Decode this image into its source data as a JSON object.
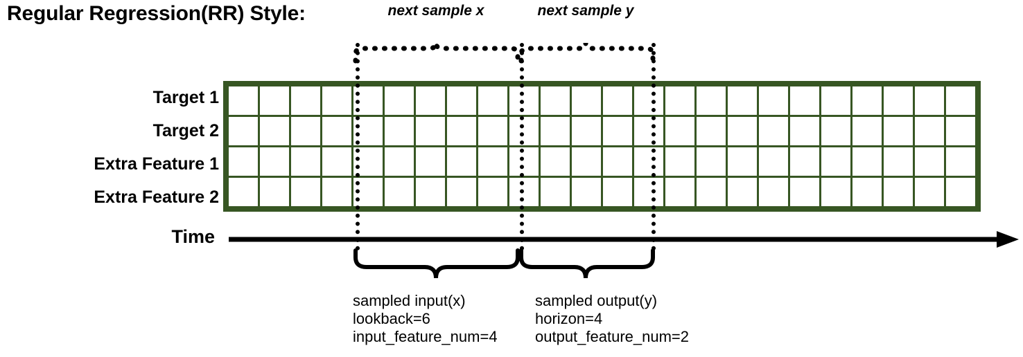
{
  "title": "Regular Regression(RR) Style:",
  "rows": [
    {
      "label": "Target 1",
      "name": "target-1"
    },
    {
      "label": "Target 2",
      "name": "target-2"
    },
    {
      "label": "Extra Feature 1",
      "name": "extra-feature-1"
    },
    {
      "label": "Extra Feature 2",
      "name": "extra-feature-2"
    }
  ],
  "axis": {
    "time_label": "Time"
  },
  "top_annotations": [
    {
      "text": "next sample x",
      "name": "next-sample-x"
    },
    {
      "text": "next sample y",
      "name": "next-sample-y"
    }
  ],
  "bottom_annotations": [
    {
      "name": "sampled-input",
      "lines": [
        "sampled input(x)",
        "lookback=6",
        "input_feature_num=4"
      ]
    },
    {
      "name": "sampled-output",
      "lines": [
        "sampled output(y)",
        "horizon=4",
        "output_feature_num=2"
      ]
    }
  ],
  "colors": {
    "border": "#375623",
    "green": "#72AC4A",
    "light_green": "#C5E0B4",
    "gold": "#FDC300",
    "light_gold": "#FFE699",
    "blue": "#2E75B6",
    "orange": "#C55A11",
    "white": "#FFFFFF"
  },
  "chart_data": {
    "type": "heatmap",
    "title": "Regular Regression(RR) Style:",
    "columns": 24,
    "rows": [
      "Target 1",
      "Target 2",
      "Extra Feature 1",
      "Extra Feature 2"
    ],
    "lookback": 6,
    "horizon": 4,
    "input_feature_num": 4,
    "output_feature_num": 2,
    "input_start_col": 3,
    "input_end_col": 8,
    "output_start_col": 9,
    "output_end_col": 12,
    "cells": [
      [
        "white",
        "white",
        "white",
        "green",
        "green",
        "green",
        "green",
        "green",
        "green",
        "lgreen",
        "lgreen",
        "lgreen",
        "lgreen",
        "white",
        "white",
        "white",
        "white",
        "white",
        "white",
        "white",
        "white",
        "white",
        "white",
        "white"
      ],
      [
        "white",
        "white",
        "white",
        "gold",
        "gold",
        "gold",
        "gold",
        "gold",
        "gold",
        "lgold",
        "lgold",
        "lgold",
        "lgold",
        "white",
        "white",
        "white",
        "white",
        "white",
        "white",
        "white",
        "white",
        "white",
        "white",
        "white"
      ],
      [
        "white",
        "white",
        "white",
        "blue",
        "blue",
        "blue",
        "blue",
        "blue",
        "blue",
        "white",
        "white",
        "white",
        "white",
        "white",
        "white",
        "white",
        "white",
        "white",
        "white",
        "white",
        "white",
        "white",
        "white",
        "white"
      ],
      [
        "white",
        "white",
        "white",
        "orange",
        "orange",
        "orange",
        "orange",
        "orange",
        "orange",
        "white",
        "white",
        "white",
        "white",
        "white",
        "white",
        "white",
        "white",
        "white",
        "white",
        "white",
        "white",
        "white",
        "white",
        "white"
      ]
    ]
  }
}
